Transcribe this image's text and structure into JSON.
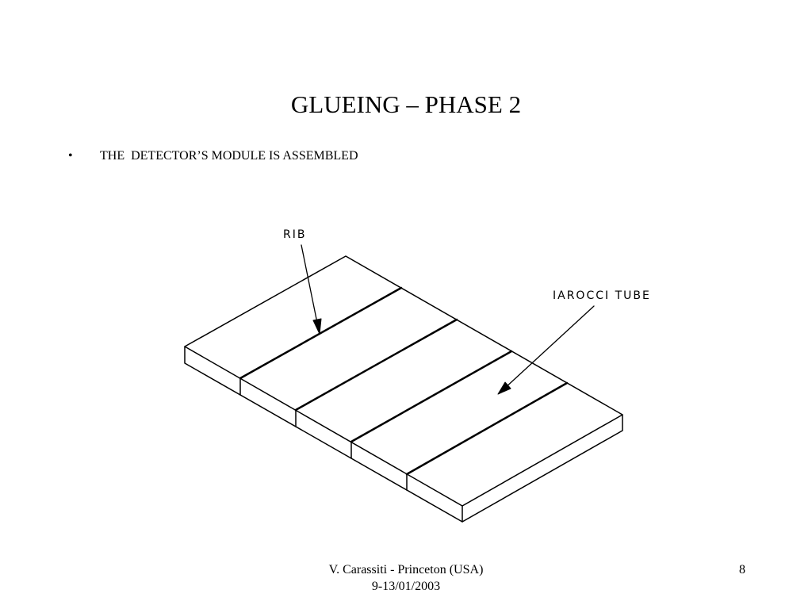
{
  "slide": {
    "title": "GLUEING – PHASE 2",
    "bullets": [
      {
        "marker": "•",
        "text": "THE  DETECTOR’S MODULE IS ASSEMBLED"
      }
    ],
    "figure": {
      "labels": {
        "rib": "RIB",
        "tube": "IAROCCI TUBE"
      }
    },
    "footer": {
      "line1": "V. Carassiti - Princeton (USA)",
      "line2": "9-13/01/2003",
      "page_number": "8"
    }
  }
}
